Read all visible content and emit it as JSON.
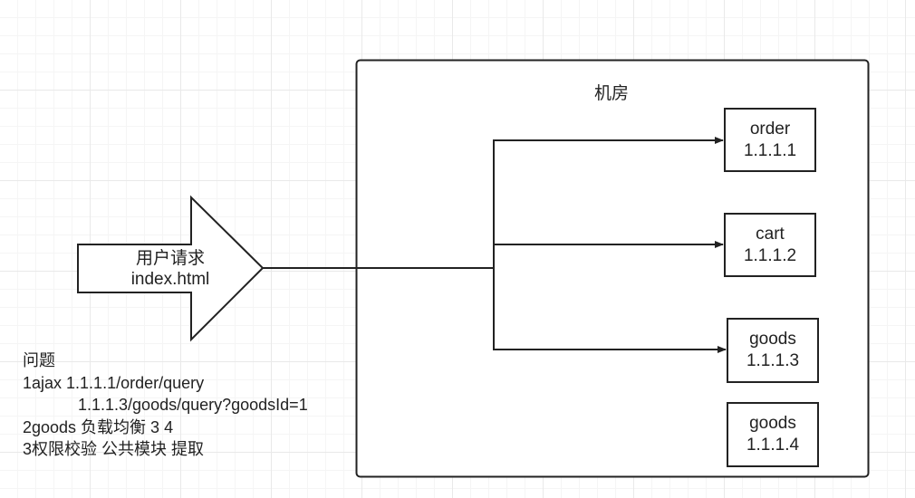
{
  "diagram": {
    "room_title": "机房",
    "request_arrow": {
      "line1": "用户请求",
      "line2": "index.html"
    },
    "servers": [
      {
        "name": "order",
        "ip": "1.1.1.1"
      },
      {
        "name": "cart",
        "ip": "1.1.1.2"
      },
      {
        "name": "goods",
        "ip": "1.1.1.3"
      },
      {
        "name": "goods",
        "ip": "1.1.1.4"
      }
    ],
    "notes": {
      "title": "问题",
      "line1": "1ajax  1.1.1.1/order/query",
      "line2": "1.1.1.3/goods/query?goodsId=1",
      "line3": "2goods 负载均衡 3 4",
      "line4": "3权限校验 公共模块 提取"
    }
  }
}
